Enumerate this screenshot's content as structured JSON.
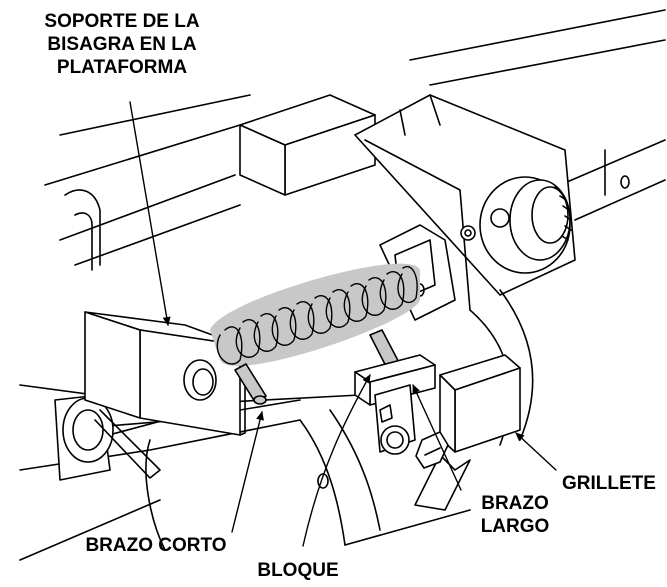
{
  "labels": {
    "hinge_support": [
      "SOPORTE DE LA",
      "BISAGRA EN LA",
      "PLATAFORMA"
    ],
    "short_arm": "BRAZO CORTO",
    "block": "BLOQUE",
    "long_arm": [
      "BRAZO",
      "LARGO"
    ],
    "shackle": "GRILLETE"
  },
  "colors": {
    "ink": "#000000",
    "spring_fill": "#c8c8c8",
    "paper": "#ffffff"
  },
  "icons": {
    "spring": "coil-spring-icon",
    "arrow": "arrowhead-icon"
  }
}
